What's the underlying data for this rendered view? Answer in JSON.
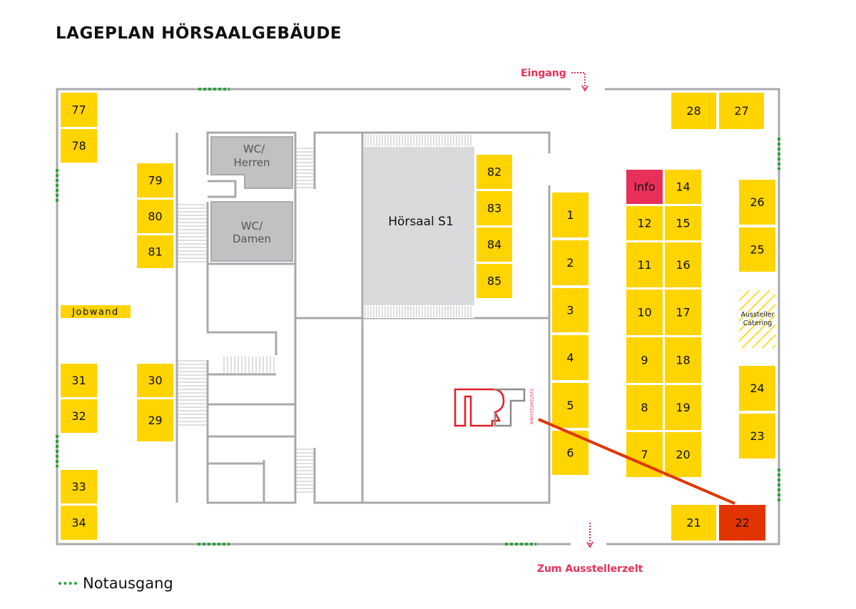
{
  "title": "LAGEPLAN HÖRSAALGEBÄUDE",
  "labels": {
    "entrance": "Eingang",
    "exit_tent": "Zum Ausstellerzelt",
    "lecture_hall": "Hörsaal S1",
    "wc_men_line1": "WC/",
    "wc_men_line2": "Herren",
    "wc_women_line1": "WC/",
    "wc_women_line2": "Damen",
    "jobwand": "Jobwand",
    "catering_line1": "Aussteller",
    "catering_line2": "Catering",
    "logo_subtext": "SYSTEMTECHNIK"
  },
  "legend": {
    "emergency_exit": "Notausgang"
  },
  "colors": {
    "booth": "#ffd400",
    "info": "#e8305a",
    "highlight": "#e23400",
    "wall": "#a7a9ac",
    "exit": "#2aa336",
    "accent": "#e8305a"
  },
  "booths": [
    {
      "label": "77"
    },
    {
      "label": "78"
    },
    {
      "label": "79"
    },
    {
      "label": "80"
    },
    {
      "label": "81"
    },
    {
      "label": "31"
    },
    {
      "label": "32"
    },
    {
      "label": "30"
    },
    {
      "label": "29"
    },
    {
      "label": "33"
    },
    {
      "label": "34"
    },
    {
      "label": "82"
    },
    {
      "label": "83"
    },
    {
      "label": "84"
    },
    {
      "label": "85"
    },
    {
      "label": "1"
    },
    {
      "label": "2"
    },
    {
      "label": "3"
    },
    {
      "label": "4"
    },
    {
      "label": "5"
    },
    {
      "label": "6"
    },
    {
      "label": "Info",
      "type": "info"
    },
    {
      "label": "14"
    },
    {
      "label": "12"
    },
    {
      "label": "15"
    },
    {
      "label": "11"
    },
    {
      "label": "16"
    },
    {
      "label": "10"
    },
    {
      "label": "17"
    },
    {
      "label": "9"
    },
    {
      "label": "18"
    },
    {
      "label": "8"
    },
    {
      "label": "19"
    },
    {
      "label": "7"
    },
    {
      "label": "20"
    },
    {
      "label": "28"
    },
    {
      "label": "27"
    },
    {
      "label": "26"
    },
    {
      "label": "25"
    },
    {
      "label": "24"
    },
    {
      "label": "23"
    },
    {
      "label": "21"
    },
    {
      "label": "22",
      "type": "highlight"
    }
  ]
}
